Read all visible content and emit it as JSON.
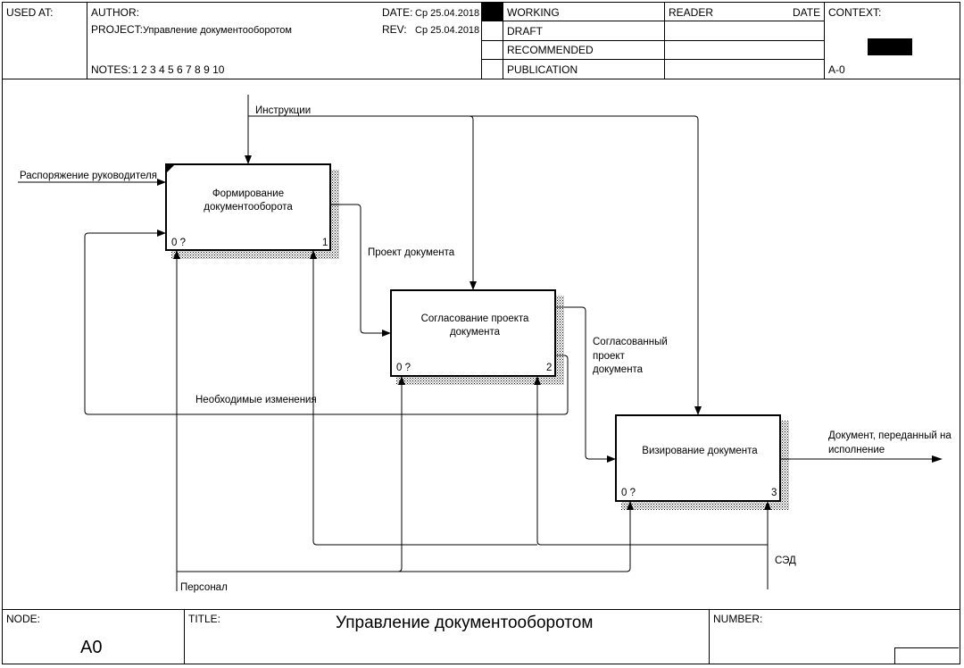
{
  "header": {
    "used_at_label": "USED AT:",
    "author_label": "AUTHOR:",
    "project_label": "PROJECT:",
    "project_value": "Управление документооборотом",
    "date_label": "DATE:",
    "date_value": "Ср 25.04.2018",
    "rev_label": "REV:",
    "rev_value": "Ср 25.04.2018",
    "notes_label": "NOTES:",
    "notes_value": "1  2  3  4  5  6  7  8  9  10",
    "status": [
      "WORKING",
      "DRAFT",
      "RECOMMENDED",
      "PUBLICATION"
    ],
    "reader_label": "READER",
    "reader_date_label": "DATE",
    "context_label": "CONTEXT:",
    "context_node": "A-0"
  },
  "diagram": {
    "boxes": [
      {
        "id": "box-1",
        "lines": [
          "Формирование",
          "документооборота"
        ],
        "cost": "0 ?",
        "number": "1"
      },
      {
        "id": "box-2",
        "lines": [
          "Согласование проекта",
          "документа"
        ],
        "cost": "0 ?",
        "number": "2"
      },
      {
        "id": "box-3",
        "lines": [
          "Визирование документа"
        ],
        "cost": "0 ?",
        "number": "3"
      }
    ],
    "arrows": {
      "instructions": "Инструкции",
      "order": "Распоряжение руководителя",
      "draft": "Проект документа",
      "agreed_1": "Согласованный",
      "agreed_2": "проект",
      "agreed_3": "документа",
      "changes": "Необходимые изменения",
      "output_1": "Документ, переданный на",
      "output_2": "исполнение",
      "eds": "СЭД",
      "staff": "Персонал"
    }
  },
  "footer": {
    "node_label": "NODE:",
    "node_value": "A0",
    "title_label": "TITLE:",
    "title_value": "Управление документооборотом",
    "number_label": "NUMBER:"
  }
}
